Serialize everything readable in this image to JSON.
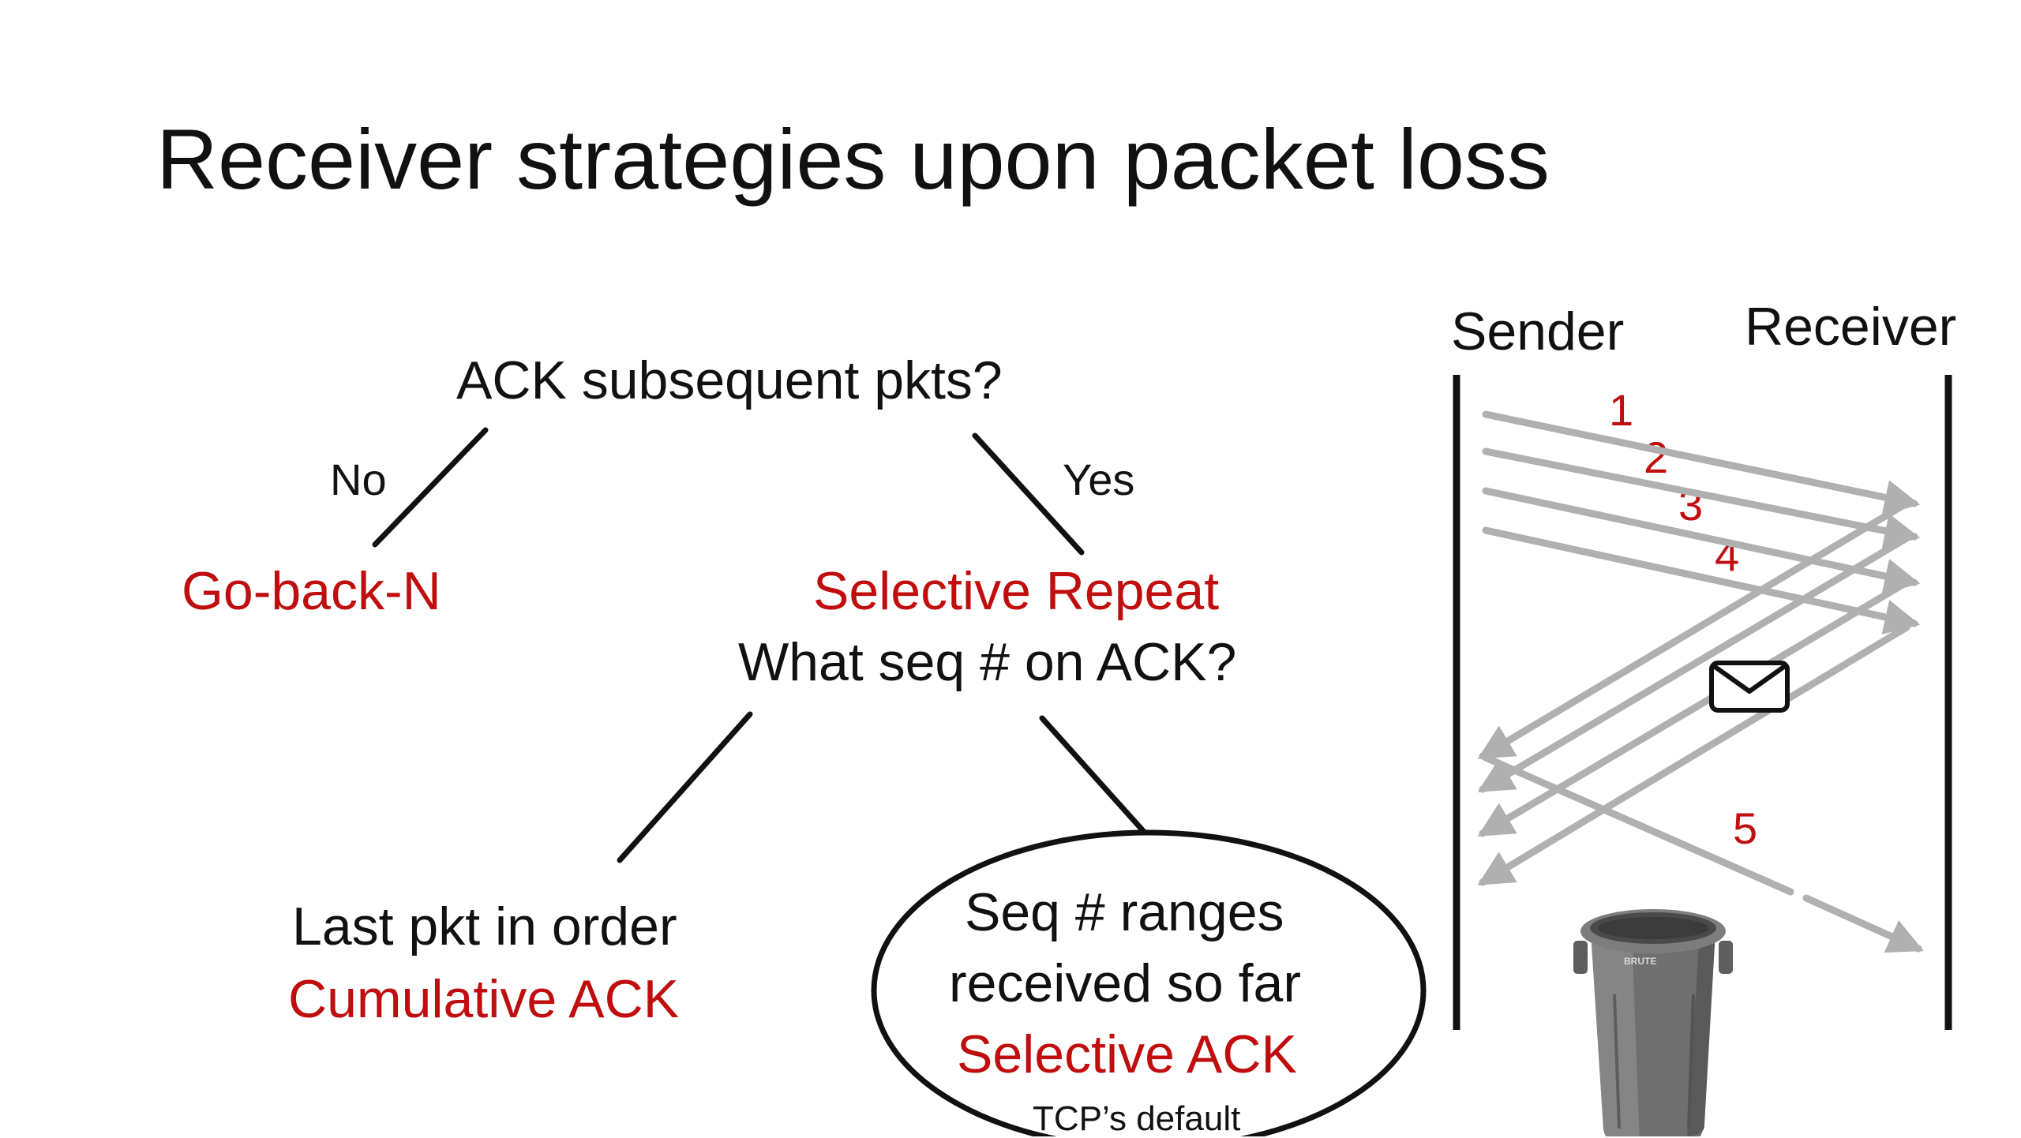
{
  "slide": {
    "title": "Receiver strategies upon packet loss"
  },
  "tree": {
    "root_question": "ACK subsequent pkts?",
    "branch_no": "No",
    "branch_yes": "Yes",
    "go_back_n": "Go-back-N",
    "selective_repeat": "Selective Repeat",
    "second_question": "What seq # on ACK?",
    "left_leaf_line1": "Last pkt in order",
    "left_leaf_line2": "Cumulative ACK",
    "right_leaf_line1": "Seq # ranges",
    "right_leaf_line2": "received so far",
    "right_leaf_line3": "Selective ACK",
    "right_leaf_note": "TCP’s default"
  },
  "sequence_diagram": {
    "sender_label": "Sender",
    "receiver_label": "Receiver",
    "packet_labels": [
      "1",
      "2",
      "3",
      "4",
      "5"
    ],
    "icons": [
      "envelope-icon",
      "trash-can-icon"
    ],
    "trash_can_text": "BRUTE"
  },
  "colors": {
    "accent_red": "#c00d0d",
    "arrow_gray": "#b0b0b0",
    "text": "#111111"
  }
}
